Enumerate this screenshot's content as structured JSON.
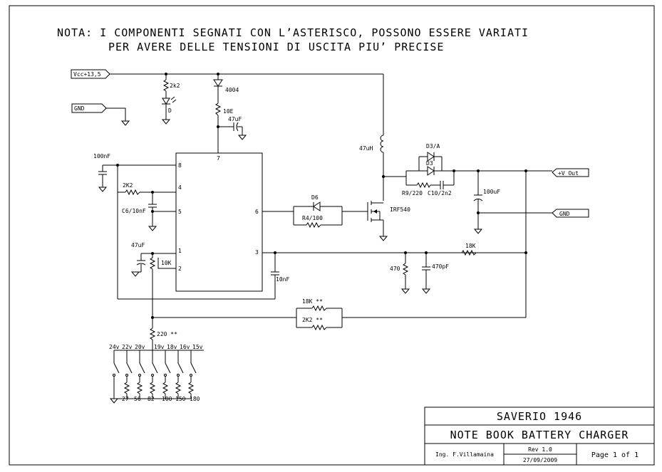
{
  "note": {
    "line1": "NOTA: I COMPONENTI SEGNATI CON L’ASTERISCO, POSSONO ESSERE VARIATI",
    "line2": "PER AVERE DELLE TENSIONI DI USCITA  PIU’ PRECISE"
  },
  "ports": {
    "vcc": "Vcc+13,5",
    "gnd_in": "GND",
    "vout": "+V Out",
    "gnd_out": "GND"
  },
  "labels": {
    "r_2k2_top": "2k2",
    "led": "D",
    "diode_4004": "4004",
    "r_10e": "10E",
    "c_47uf_top": "47uF",
    "c_100nf": "100nF",
    "r_2k2_mid": "2K2",
    "c6": "C6/10nF",
    "c_47uf_left": "47uF",
    "r_10k": "10K",
    "c_10nf": "10nF",
    "d6": "D6",
    "r4": "R4/100",
    "inductor": "47uH",
    "mosfet": "IRF540",
    "d3a": "D3/A",
    "d3": "D3",
    "r9": "R9/220",
    "c10": "C10/2n2",
    "c_100uf": "100uF",
    "r_18k": "18K",
    "r_470": "470",
    "c_470pf": "470pF",
    "r_18k_star": "18K **",
    "r_2k2_star": "2K2 **",
    "r_220_star": "220 **"
  },
  "ic_pins": [
    "7",
    "8",
    "4",
    "5",
    "6",
    "1",
    "2",
    "3"
  ],
  "switch_voltages": [
    "24v",
    "22v",
    "20v",
    "19v",
    "18v",
    "16v",
    "15v"
  ],
  "switch_resistors": [
    "27",
    "56",
    "82",
    "100",
    "150",
    "180"
  ],
  "title_block": {
    "company": "SAVERIO 1946",
    "title": "NOTE BOOK BATTERY CHARGER",
    "author": "Ing. F.Villamaina",
    "revision": "Rev 1.0",
    "date": "27/09/2009",
    "page": "Page 1 of 1"
  }
}
